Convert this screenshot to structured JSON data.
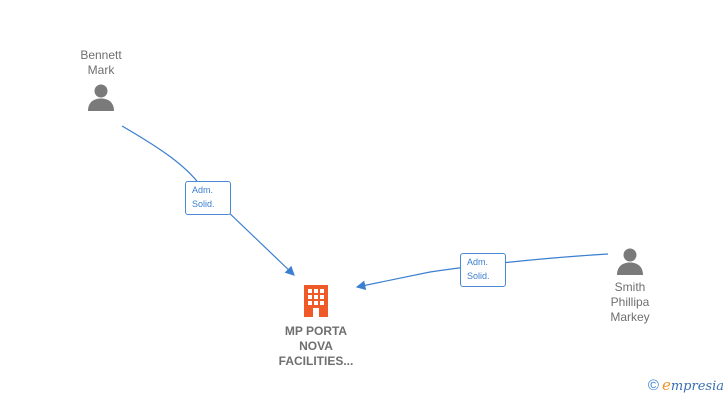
{
  "people": [
    {
      "id": "bennett",
      "name_lines": [
        "Bennett",
        "Mark"
      ],
      "icon": "person-icon"
    },
    {
      "id": "smith",
      "name_lines": [
        "Smith",
        "Phillipa",
        "Markey"
      ],
      "icon": "person-icon"
    }
  ],
  "company": {
    "name_lines": [
      "MP PORTA",
      "NOVA",
      "FACILITIES..."
    ],
    "icon": "building-icon",
    "color": "#f05a28"
  },
  "relations": [
    {
      "from": "bennett",
      "to": "company",
      "label_lines": [
        "Adm.",
        "Solid."
      ]
    },
    {
      "from": "smith",
      "to": "company",
      "label_lines": [
        "Adm.",
        "Solid."
      ]
    }
  ],
  "colors": {
    "edge": "#3b7fcf",
    "person": "#7a7a7a",
    "text": "#6f6f6f"
  },
  "brand": {
    "copyright": "©",
    "initial": "e",
    "rest": "mpresia"
  }
}
